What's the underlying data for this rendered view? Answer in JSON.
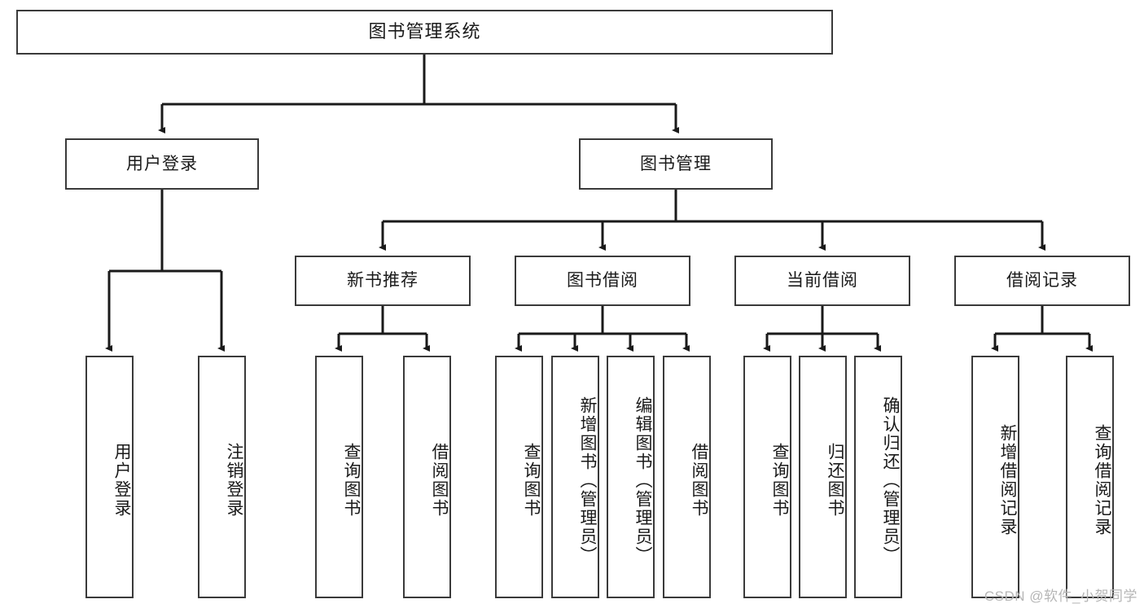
{
  "diagram": {
    "type": "hierarchy-tree",
    "title": "图书管理系统",
    "watermark": "CSDN @软件_小贺同学",
    "colors": {
      "box_border": "#3a3a3a",
      "box_fill": "#ffffff",
      "connector": "#1a1a1a",
      "text": "#1a1a1a",
      "watermark": "#b6b6b6",
      "background": "#ffffff"
    },
    "levels": [
      {
        "level": 1,
        "nodes": [
          {
            "id": "root",
            "label": "图书管理系统",
            "orientation": "horizontal"
          }
        ]
      },
      {
        "level": 2,
        "nodes": [
          {
            "id": "login",
            "label": "用户登录",
            "orientation": "horizontal",
            "parent": "root"
          },
          {
            "id": "bookmgmt",
            "label": "图书管理",
            "orientation": "horizontal",
            "parent": "root"
          }
        ]
      },
      {
        "level": 3,
        "nodes": [
          {
            "id": "newbook",
            "label": "新书推荐",
            "orientation": "horizontal",
            "parent": "bookmgmt"
          },
          {
            "id": "borrow",
            "label": "图书借阅",
            "orientation": "horizontal",
            "parent": "bookmgmt"
          },
          {
            "id": "current",
            "label": "当前借阅",
            "orientation": "horizontal",
            "parent": "bookmgmt"
          },
          {
            "id": "records",
            "label": "借阅记录",
            "orientation": "horizontal",
            "parent": "bookmgmt"
          }
        ]
      },
      {
        "level": 4,
        "nodes": [
          {
            "id": "leaf1",
            "label": "用户登录",
            "orientation": "vertical",
            "parent": "login"
          },
          {
            "id": "leaf2",
            "label": "注销登录",
            "orientation": "vertical",
            "parent": "login"
          },
          {
            "id": "leaf3",
            "label": "查询图书",
            "orientation": "vertical",
            "parent": "newbook"
          },
          {
            "id": "leaf4",
            "label": "借阅图书",
            "orientation": "vertical",
            "parent": "newbook"
          },
          {
            "id": "leaf5",
            "label": "查询图书",
            "orientation": "vertical",
            "parent": "borrow"
          },
          {
            "id": "leaf6",
            "label": "新增图书（管理员）",
            "orientation": "vertical",
            "parent": "borrow"
          },
          {
            "id": "leaf7",
            "label": "编辑图书（管理员）",
            "orientation": "vertical",
            "parent": "borrow"
          },
          {
            "id": "leaf8",
            "label": "借阅图书",
            "orientation": "vertical",
            "parent": "borrow"
          },
          {
            "id": "leaf9",
            "label": "查询图书",
            "orientation": "vertical",
            "parent": "current"
          },
          {
            "id": "leaf10",
            "label": "归还图书",
            "orientation": "vertical",
            "parent": "current"
          },
          {
            "id": "leaf11",
            "label": "确认归还（管理员）",
            "orientation": "vertical",
            "parent": "current"
          },
          {
            "id": "leaf12",
            "label": "新增借阅记录",
            "orientation": "vertical",
            "parent": "records"
          },
          {
            "id": "leaf13",
            "label": "查询借阅记录",
            "orientation": "vertical",
            "parent": "records"
          }
        ]
      }
    ]
  }
}
